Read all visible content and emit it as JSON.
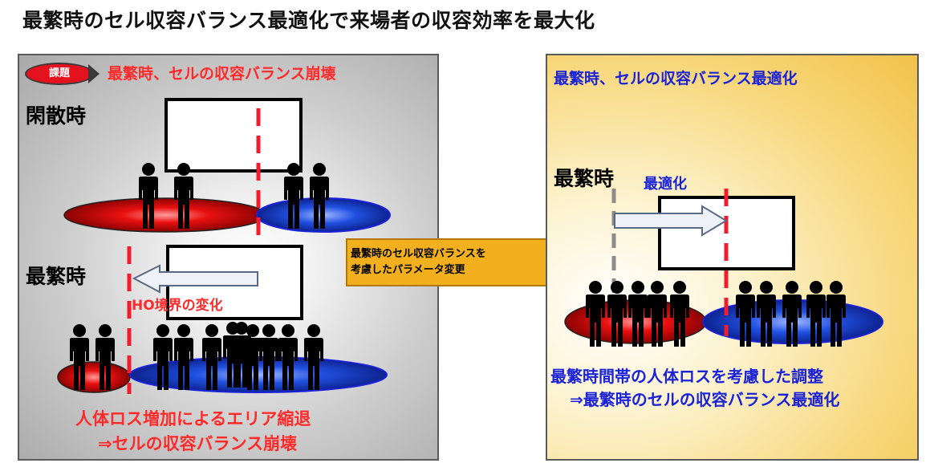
{
  "title": "最繁時のセル収容バランス最適化で来場者の収容効率を最大化",
  "left_panel": {
    "badge": "課題",
    "heading": "最繁時、セルの収容バランス崩壊",
    "idle_label": "閑散時",
    "peak_label": "最繁時",
    "ho_label": "HO境界の変化",
    "conclusion_line1": "人体ロス増加によるエリア縮退",
    "conclusion_line2": "⇒セルの収容バランス崩壊"
  },
  "center_arrow": {
    "line1": "最繁時のセル収容バランスを",
    "line2": "考慮したパラメータ変更"
  },
  "right_panel": {
    "heading": "最繁時、セルの収容バランス最適化",
    "peak_label": "最繁時",
    "optimize_label": "最適化",
    "conclusion_line1": "最繁時間帯の人体ロスを考慮した調整",
    "conclusion_line2": "⇒最繁時のセルの収容バランス最適化"
  },
  "colors": {
    "red": "#ff2a2a",
    "blue": "#1a22d8",
    "badge": "#e3121e",
    "arrow": "#f2b01e"
  }
}
